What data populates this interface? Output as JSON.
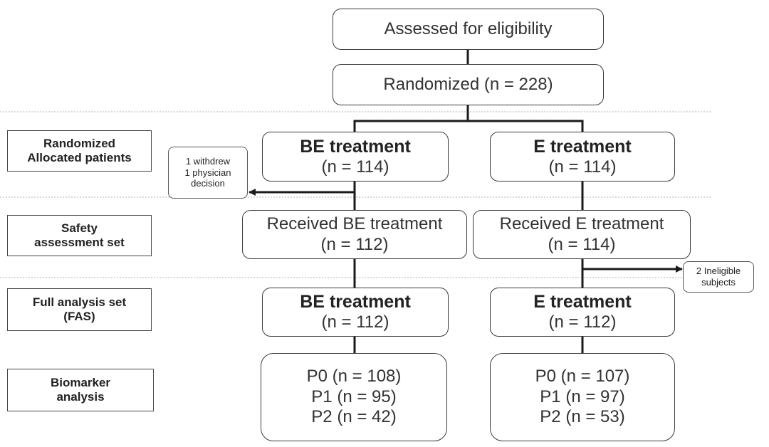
{
  "top": {
    "assessed": "Assessed for eligibility",
    "randomized": "Randomized (n = 228)"
  },
  "stages": [
    {
      "line1": "Randomized",
      "line2": "Allocated  patients"
    },
    {
      "line1": "Safety",
      "line2": "assessment set"
    },
    {
      "line1": "Full analysis set",
      "line2": "(FAS)"
    },
    {
      "line1": "Biomarker",
      "line2": "analysis"
    }
  ],
  "be": {
    "alloc_title": "BE treatment",
    "alloc_n": "(n = 114)",
    "safety_title": "Received BE treatment",
    "safety_n": "(n = 112)",
    "fas_title": "BE treatment",
    "fas_n": "(n = 112)",
    "p0": "P0 (n = 108)",
    "p1": "P1 (n = 95)",
    "p2": "P2 (n = 42)"
  },
  "e": {
    "alloc_title": "E treatment",
    "alloc_n": "(n = 114)",
    "safety_title": "Received E treatment",
    "safety_n": "(n = 114)",
    "fas_title": "E treatment",
    "fas_n": "(n = 112)",
    "p0": "P0 (n = 107)",
    "p1": "P1 (n = 97)",
    "p2": "P2 (n = 53)"
  },
  "exclusions": {
    "be": [
      "1 withdrew",
      "1 physician",
      "decision"
    ],
    "e": [
      "2 Ineligible",
      "subjects"
    ]
  }
}
